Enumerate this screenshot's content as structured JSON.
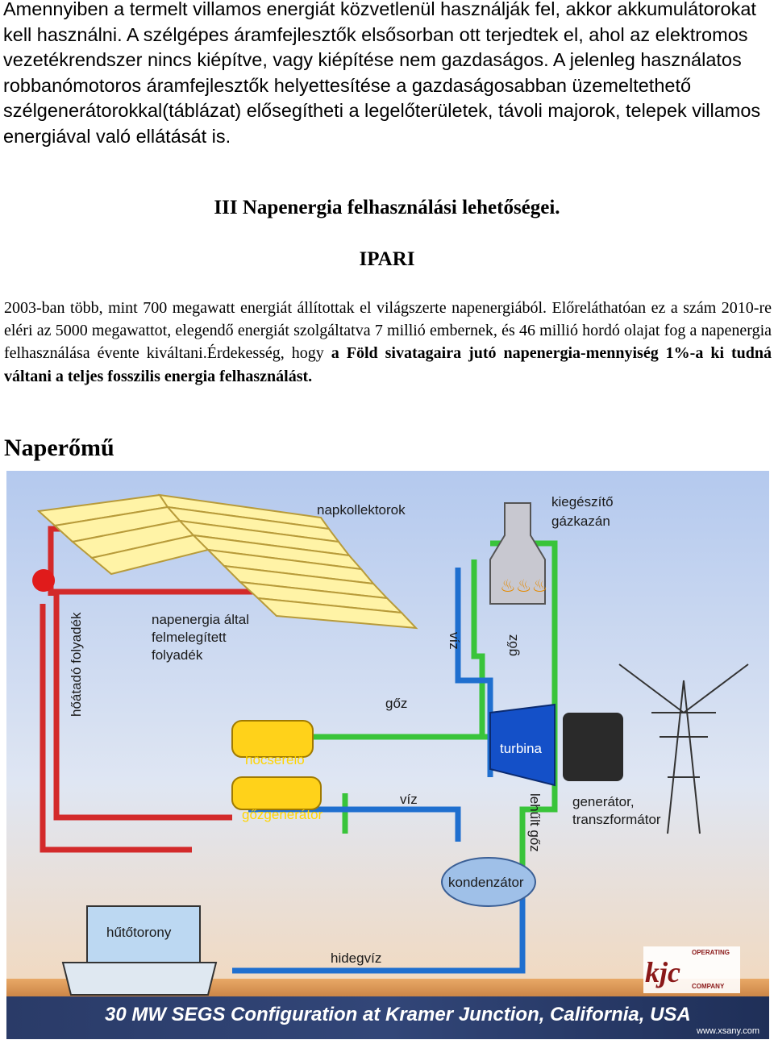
{
  "intro": {
    "text": "Amennyiben a termelt villamos energiát közvetlenül használják fel, akkor akkumulátorokat kell használni. A szélgépes áramfejlesztők elsősorban ott terjedtek el, ahol az elektromos vezetékrendszer nincs kiépítve, vagy kiépítése nem gazdaságos. A jelenleg használatos robbanómotoros áramfejlesztők helyettesítése a gazdaságosabban üzemeltethető szélgenerátorokkal(táblázat) elősegítheti a legelőterületek, távoli majorok, telepek villamos energiával való ellátását is."
  },
  "section": {
    "title": "III Napenergia felhasználási lehetőségei.",
    "subtitle": "IPARI"
  },
  "body": {
    "plain": "2003-ban több, mint 700 megawatt energiát állítottak el világszerte napenergiából. Előreláthatóan ez a szám 2010-re eléri az 5000 megawattot, elegendő energiát szolgáltatva 7 millió embernek, és 46 millió hordó olajat fog a napenergia felhasználása évente kiváltani.Érdekesség, hogy ",
    "bold": "a Föld sivatagaira jutó napenergia-mennyiség 1%-a ki tudná váltani a teljes fosszilis energia felhasználást."
  },
  "heading": {
    "naperomu": "Naperőmű"
  },
  "diagram": {
    "labels": {
      "napkollektorok": "napkollektorok",
      "kiegeszito_1": "kiegészítő",
      "kiegeszito_2": "gázkazán",
      "napenergia_1": "napenergia által",
      "napenergia_2": "felmelegített",
      "napenergia_3": "folyadék",
      "hoatado": "hőátadó folyadék",
      "viz_top": "víz",
      "goz_top": "gőz",
      "goz_mid": "gőz",
      "hocserelo": "hőcserélő",
      "turbina": "turbina",
      "gozgenerator": "gőzgenerátor",
      "viz_mid": "víz",
      "lehult_goz": "lehűlt gőz",
      "generator_1": "generátor,",
      "generator_2": "transzformátor",
      "kondenzator": "kondenzátor",
      "hutotorony": "hűtőtorony",
      "hidegviz": "hidegvíz",
      "caption": "30 MW SEGS Configuration at Kramer Junction, California, USA",
      "logo_letters": "kjc",
      "logo_top": "OPERATING",
      "logo_bottom": "COMPANY",
      "website": "www.xsany.com"
    },
    "colors": {
      "hot_pipe": "#d32a2a",
      "steam_pipe": "#39c43a",
      "cold_pipe": "#1f6fcf",
      "collector": "#fff3a6",
      "turbine": "#1450c8",
      "sky_top": "#bcd0ef",
      "sky_bottom": "#f7d8b6"
    }
  }
}
